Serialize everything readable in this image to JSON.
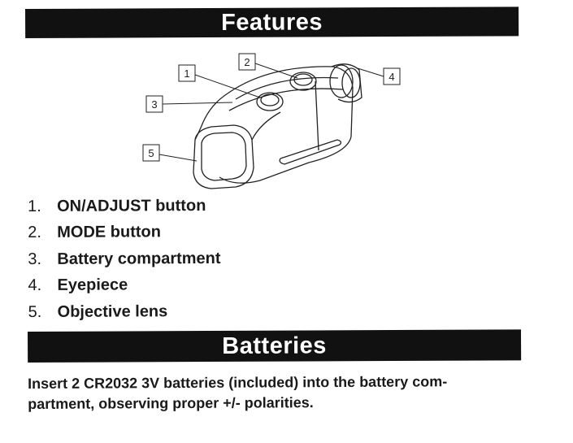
{
  "features": {
    "title": "Features",
    "callouts": [
      "1",
      "2",
      "3",
      "4",
      "5"
    ],
    "items": [
      {
        "num": "1.",
        "label": "ON/ADJUST button"
      },
      {
        "num": "2.",
        "label": "MODE button"
      },
      {
        "num": "3.",
        "label": "Battery compartment"
      },
      {
        "num": "4.",
        "label": "Eyepiece"
      },
      {
        "num": "5.",
        "label": "Objective lens"
      }
    ]
  },
  "batteries": {
    "title": "Batteries",
    "line1": "Insert 2 CR2032 3V batteries (included) into the battery com-",
    "line2": "partment, observing proper +/- polarities."
  }
}
